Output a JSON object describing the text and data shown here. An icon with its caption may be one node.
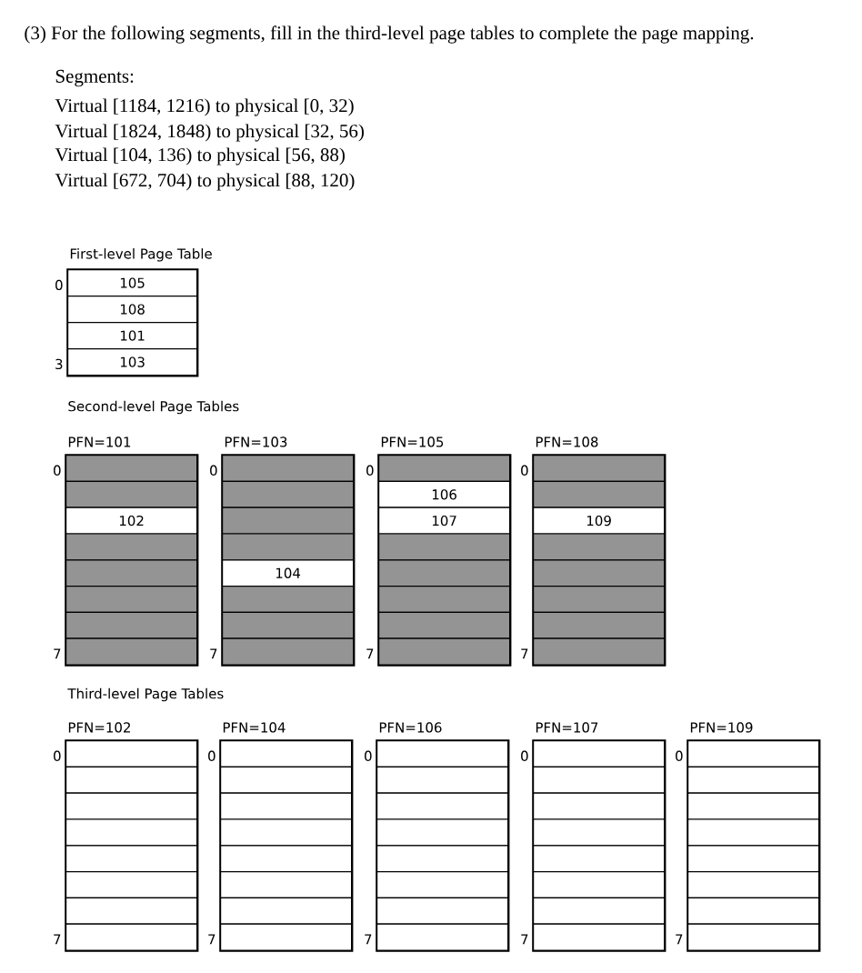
{
  "diagram": {
    "title": "(3) For the following segments, fill in the third-level page tables to complete the page mapping.",
    "nodes": [
      {
        "text": [
          "First-level Page Table"
        ],
        "beside": [
          "0",
          "3"
        ]
      },
      {
        "text": [
          "105"
        ],
        "in": 0
      },
      {
        "text": [
          "108"
        ],
        "in": 0
      },
      {
        "text": [
          "101"
        ],
        "in": 0
      },
      {
        "text": [
          "103"
        ],
        "in": 0
      },
      {
        "text": [
          "PFN=101"
        ],
        "beside": [
          "0",
          "7"
        ]
      },
      {
        "text": [],
        "shape": "box",
        "in": 5
      },
      {
        "text": [],
        "shape": "box",
        "in": 5
      },
      {
        "text": [
          "102"
        ],
        "in": 5
      },
      {
        "text": [],
        "shape": "box",
        "in": 5
      },
      {
        "text": [],
        "shape": "box",
        "in": 5
      },
      {
        "text": [],
        "shape": "box",
        "in": 5
      },
      {
        "text": [],
        "shape": "box",
        "in": 5
      },
      {
        "text": [],
        "shape": "box",
        "in": 5
      },
      {
        "text": [
          "PFN=103"
        ],
        "beside": [
          "0",
          "7"
        ]
      },
      {
        "text": [],
        "shape": "box",
        "in": 14
      },
      {
        "text": [],
        "shape": "box",
        "in": 14
      },
      {
        "text": [],
        "shape": "box",
        "in": 14
      },
      {
        "text": [],
        "shape": "box",
        "in": 14
      },
      {
        "text": [
          "104"
        ],
        "in": 14
      },
      {
        "text": [],
        "shape": "box",
        "in": 14
      },
      {
        "text": [],
        "shape": "box",
        "in": 14
      },
      {
        "text": [],
        "shape": "box",
        "in": 14
      },
      {
        "text": [
          "PFN=105"
        ],
        "beside": [
          "0",
          "7"
        ]
      },
      {
        "text": [],
        "shape": "box",
        "in": 23
      },
      {
        "text": [
          "106"
        ],
        "in": 23
      },
      {
        "text": [
          "107"
        ],
        "in": 23
      },
      {
        "text": [],
        "shape": "box",
        "in": 23
      },
      {
        "text": [],
        "shape": "box",
        "in": 23
      },
      {
        "text": [],
        "shape": "box",
        "in": 23
      },
      {
        "text": [],
        "shape": "box",
        "in": 23
      },
      {
        "text": [],
        "shape": "box",
        "in": 23
      },
      {
        "text": [
          "PFN=108"
        ],
        "beside": [
          "0",
          "7"
        ]
      },
      {
        "text": [],
        "shape": "box",
        "in": 32
      },
      {
        "text": [],
        "shape": "box",
        "in": 32
      },
      {
        "text": [
          "109"
        ],
        "in": 32
      },
      {
        "text": [],
        "shape": "box",
        "in": 32
      },
      {
        "text": [],
        "shape": "box",
        "in": 32
      },
      {
        "text": [],
        "shape": "box",
        "in": 32
      },
      {
        "text": [],
        "shape": "box",
        "in": 32
      },
      {
        "text": [],
        "shape": "box",
        "in": 32
      },
      {
        "text": [
          "PFN=102"
        ],
        "beside": [
          "0",
          "7"
        ]
      },
      {
        "text": [],
        "shape": "box",
        "in": 41
      },
      {
        "text": [],
        "shape": "box",
        "in": 41
      },
      {
        "text": [],
        "shape": "box",
        "in": 41
      },
      {
        "text": [],
        "shape": "box",
        "in": 41
      },
      {
        "text": [],
        "shape": "box",
        "in": 41
      },
      {
        "text": [],
        "shape": "box",
        "in": 41
      },
      {
        "text": [],
        "shape": "box",
        "in": 41
      },
      {
        "text": [],
        "shape": "box",
        "in": 41
      },
      {
        "text": [
          "PFN=104"
        ],
        "beside": [
          "0",
          "7"
        ]
      },
      {
        "text": [],
        "shape": "box",
        "in": 50
      },
      {
        "text": [],
        "shape": "box",
        "in": 50
      },
      {
        "text": [],
        "shape": "box",
        "in": 50
      },
      {
        "text": [],
        "shape": "box",
        "in": 50
      },
      {
        "text": [],
        "shape": "box",
        "in": 50
      },
      {
        "text": [],
        "shape": "box",
        "in": 50
      },
      {
        "text": [],
        "shape": "box",
        "in": 50
      },
      {
        "text": [],
        "shape": "box",
        "in": 50
      },
      {
        "text": [
          "PFN=106"
        ],
        "beside": [
          "0",
          "7"
        ]
      },
      {
        "text": [],
        "shape": "box",
        "in": 59
      },
      {
        "text": [],
        "shape": "box",
        "in": 59
      },
      {
        "text": [],
        "shape": "box",
        "in": 59
      },
      {
        "text": [],
        "shape": "box",
        "in": 59
      },
      {
        "text": [],
        "shape": "box",
        "in": 59
      },
      {
        "text": [],
        "shape": "box",
        "in": 59
      },
      {
        "text": [],
        "shape": "box",
        "in": 59
      },
      {
        "text": [],
        "shape": "box",
        "in": 59
      },
      {
        "text": [
          "PFN=107"
        ],
        "beside": [
          "0",
          "7"
        ]
      },
      {
        "text": [],
        "shape": "box",
        "in": 68
      },
      {
        "text": [],
        "shape": "box",
        "in": 68
      },
      {
        "text": [],
        "shape": "box",
        "in": 68
      },
      {
        "text": [],
        "shape": "box",
        "in": 68
      },
      {
        "text": [],
        "shape": "box",
        "in": 68
      },
      {
        "text": [],
        "shape": "box",
        "in": 68
      },
      {
        "text": [],
        "shape": "box",
        "in": 68
      },
      {
        "text": [],
        "shape": "box",
        "in": 68
      },
      {
        "text": [
          "PFN=109"
        ],
        "beside": [
          "0",
          "7"
        ]
      },
      {
        "text": [],
        "shape": "box",
        "in": 77
      },
      {
        "text": [],
        "shape": "box",
        "in": 77
      },
      {
        "text": [],
        "shape": "box",
        "in": 77
      },
      {
        "text": [],
        "shape": "box",
        "in": 77
      },
      {
        "text": [],
        "shape": "box",
        "in": 77
      },
      {
        "text": [],
        "shape": "box",
        "in": 77
      },
      {
        "text": [],
        "shape": "box",
        "in": 77
      },
      {
        "text": [],
        "shape": "box",
        "in": 77
      }
    ],
    "labels": [
      "Segments:",
      "Virtual [1184, 1216) to physical [0, 32)",
      "Virtual [1824, 1848) to physical [32, 56)",
      "Virtual [104, 136) to physical [56, 88)",
      "Virtual [672, 704) to physical [88, 120)",
      "Second-level Page Tables",
      "Third-level Page Tables"
    ]
  }
}
